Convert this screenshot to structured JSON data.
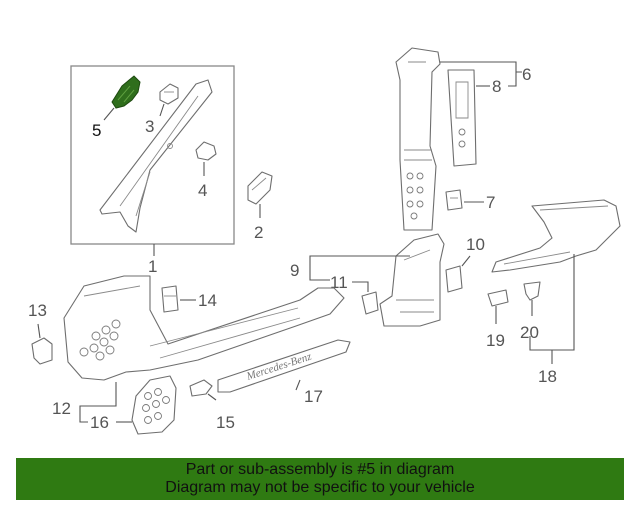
{
  "callouts": {
    "c1": "1",
    "c2": "2",
    "c3": "3",
    "c4": "4",
    "c5": "5",
    "c6": "6",
    "c7": "7",
    "c8": "8",
    "c9": "9",
    "c10": "10",
    "c11": "11",
    "c12": "12",
    "c13": "13",
    "c14": "14",
    "c15": "15",
    "c16": "16",
    "c17": "17",
    "c18": "18",
    "c19": "19",
    "c20": "20"
  },
  "sill_plate_text": "Mercedes-Benz",
  "highlighted_part": "5",
  "highlight_color": "#2f6e1c",
  "banner": {
    "line1": "Part or sub-assembly is #5 in diagram",
    "line2": "Diagram may not be specific to your vehicle",
    "background": "#2f7a12"
  }
}
